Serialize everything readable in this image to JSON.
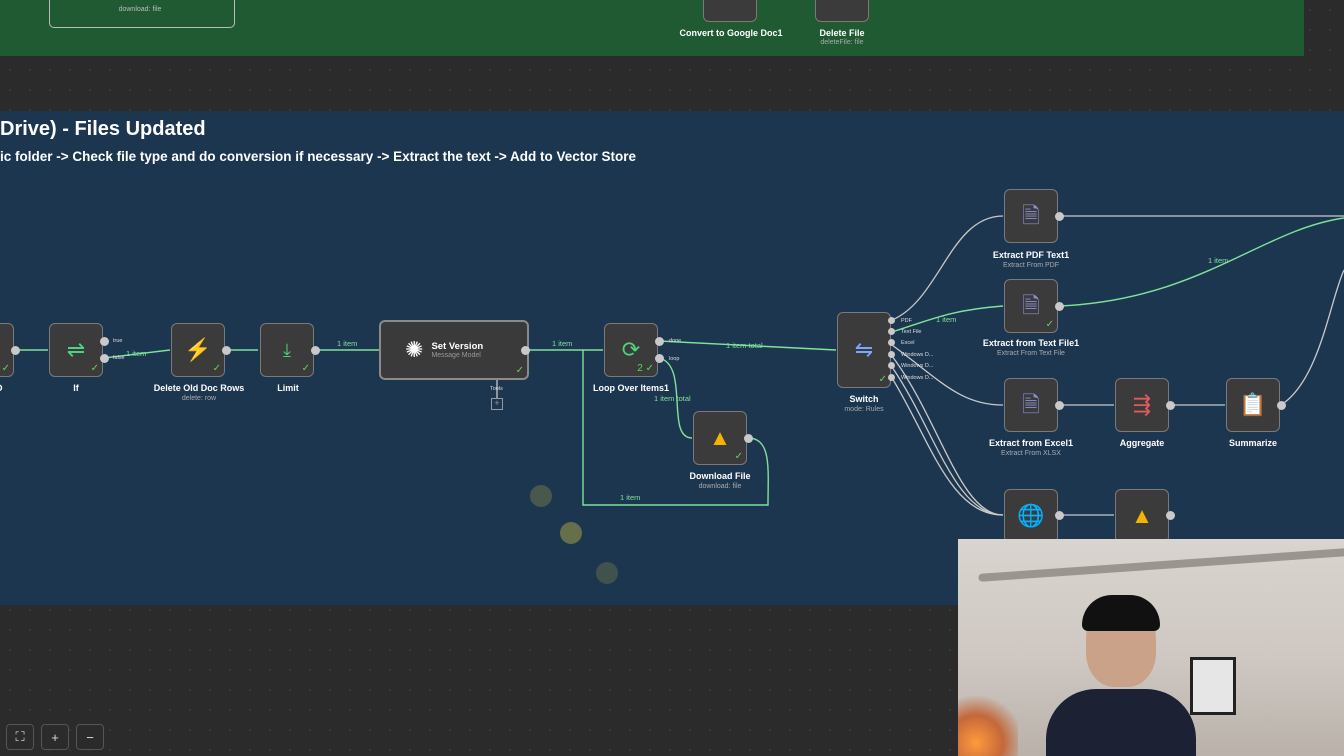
{
  "top_sticky": {
    "nodes": [
      {
        "name": "",
        "sub": "download: file"
      },
      {
        "name": "Convert to Google Doc1",
        "sub": ""
      },
      {
        "name": "Delete File",
        "sub": "deleteFile: file"
      }
    ]
  },
  "sticky": {
    "title": "Drive) - Files Updated",
    "subtitle": "ic folder -> Check file type and do conversion if necessary -> Extract the text -> Add to Vector Store"
  },
  "nodes": {
    "partial_id": {
      "label": "ID"
    },
    "if_node": {
      "label": "If",
      "port_true": "true",
      "port_false": "false"
    },
    "delete_rows": {
      "label": "Delete Old Doc Rows",
      "sub": "delete: row"
    },
    "limit": {
      "label": "Limit"
    },
    "set_version": {
      "label": "Set Version",
      "sub": "Message Model",
      "tools": "Tools"
    },
    "loop": {
      "label": "Loop Over Items1",
      "port_done": "done",
      "port_loop": "loop",
      "badge": "2"
    },
    "download": {
      "label": "Download File",
      "sub": "download: file"
    },
    "switch": {
      "label": "Switch",
      "sub": "mode: Rules",
      "outputs": [
        "PDF",
        "Text File",
        "Excel",
        "Windows D...",
        "Windows D...",
        "Windows D..."
      ]
    },
    "extract_pdf": {
      "label": "Extract PDF Text1",
      "sub": "Extract From PDF"
    },
    "extract_text": {
      "label": "Extract from Text File1",
      "sub": "Extract From Text File"
    },
    "extract_excel": {
      "label": "Extract from Excel1",
      "sub": "Extract From XLSX"
    },
    "aggregate": {
      "label": "Aggregate"
    },
    "summarize": {
      "label": "Summarize"
    }
  },
  "edges": {
    "if_to_delete": "1 item",
    "limit_to_set": "1 item",
    "set_to_loop": "1 item",
    "loop_to_switch": "1 item total",
    "loop_to_download": "1 item total",
    "download_back": "1 item",
    "switch_to_text": "1 item",
    "text_out": "1 item"
  },
  "controls": {
    "fit": "⛶",
    "zoom_in": "+",
    "zoom_out": "−"
  },
  "colors": {
    "canvas": "#2b2b2b",
    "sticky_blue": "#1d3650",
    "sticky_green": "#1f5a33",
    "wire_active": "#7fe29a",
    "success": "#5fd35f"
  }
}
